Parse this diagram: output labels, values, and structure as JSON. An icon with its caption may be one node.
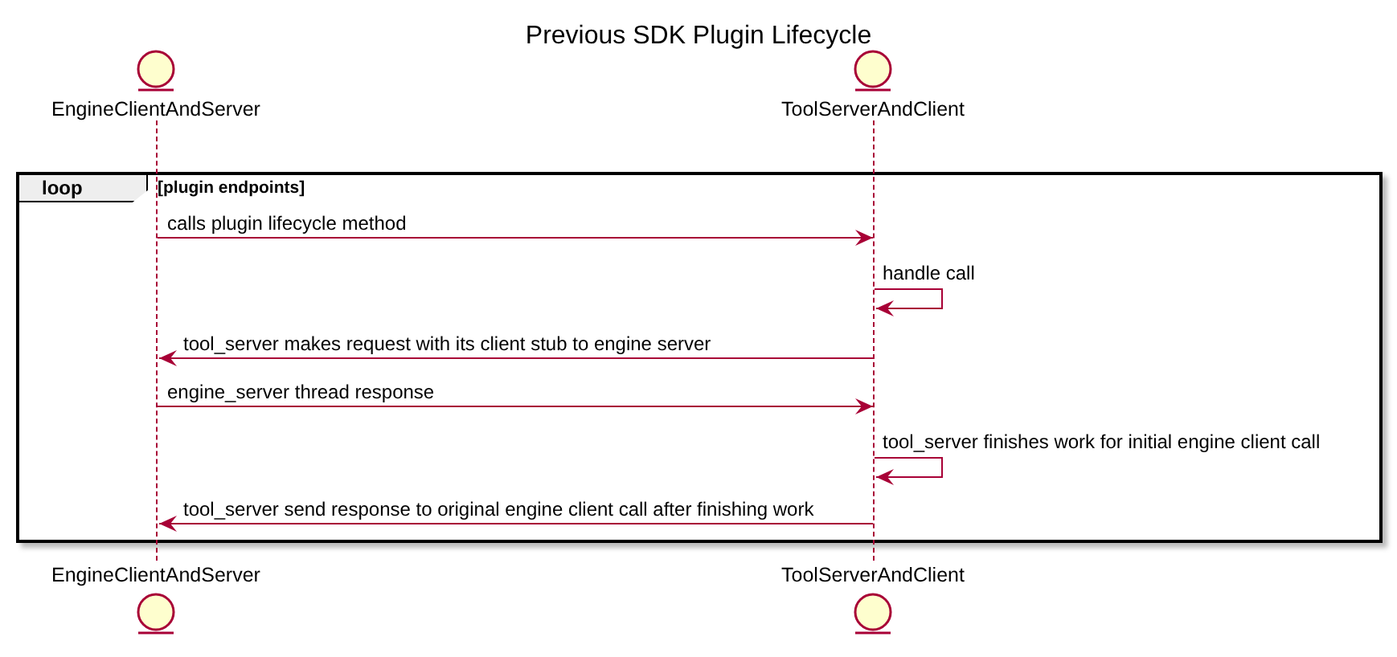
{
  "diagram": {
    "title": "Previous SDK Plugin Lifecycle",
    "nodes": [
      {
        "text": [
          "EngineClientAndServer"
        ]
      },
      {
        "text": [
          "ToolServerAndClient"
        ]
      },
      {
        "text": [
          "loop"
        ]
      },
      {
        "text": [],
        "shape": "bar"
      },
      {
        "text": [],
        "shape": "bar"
      },
      {
        "text": [
          "EngineClientAndServer"
        ]
      },
      {
        "text": [
          "ToolServerAndClient"
        ]
      }
    ],
    "labels": [
      "[plugin endpoints]"
    ],
    "edges": [
      {
        "from": 3,
        "to": 4,
        "arrow": "to",
        "label": "calls plugin lifecycle method"
      },
      {
        "from": 4,
        "to": 4,
        "arrow": "to",
        "label": "handle call"
      },
      {
        "from": 4,
        "to": 3,
        "arrow": "to",
        "label": "tool_server makes request with its client stub to engine server"
      },
      {
        "from": 3,
        "to": 4,
        "arrow": "to",
        "label": "engine_server thread response"
      },
      {
        "from": 4,
        "to": 4,
        "arrow": "to",
        "label": "tool_server finishes work for initial engine client call"
      },
      {
        "from": 4,
        "to": 3,
        "arrow": "to",
        "label": "tool_server send response to original engine client call after finishing work"
      }
    ]
  }
}
